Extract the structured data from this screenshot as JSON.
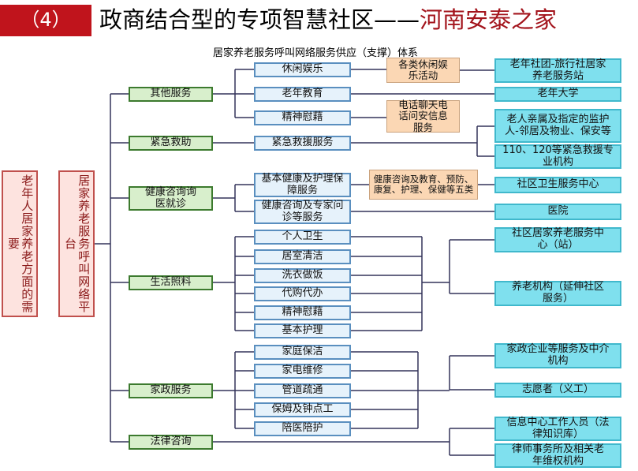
{
  "header": {
    "number": "（4）",
    "title_main": "政商结合型的专项智慧社区——",
    "title_highlight": "河南安泰之家"
  },
  "subtitle": "居家养老服务呼叫网络服务供应（支撑）体系",
  "root": {
    "need": "老年人居家养老方面的需要",
    "platform": "居家养老服务呼叫网络平台"
  },
  "categories": [
    "其他服务",
    "紧急救助",
    "健康咨询询医就诊",
    "生活照料",
    "家政服务",
    "法律咨询"
  ],
  "services": [
    "休闲娱乐",
    "老年教育",
    "精神慰藉",
    "紧急救援服务",
    "基本健康及护理保障服务",
    "健康咨询及专家问诊等服务",
    "个人卫生",
    "居室清洁",
    "洗衣做饭",
    "代购代办",
    "精神慰藉",
    "基本护理",
    "家庭保洁",
    "家电维修",
    "管道疏通",
    "保姆及钟点工",
    "陪医陪护"
  ],
  "details": [
    "各类休闲娱乐活动",
    "电话聊天电话问安信息服务",
    "健康咨询及教育、预防、康复、护理、保健等五类"
  ],
  "providers": [
    "老年社团-旅行社居家养老服务站",
    "老年大学",
    "老人亲属及指定的监护人-邻居及物业、保安等",
    "110、120等紧急救援专业机构",
    "社区卫生服务中心",
    "医院",
    "社区居家养老服务中心（站）",
    "养老机构（延伸社区服务）",
    "家政企业等服务及中介机构",
    "志愿者（义工）",
    "信息中心工作人员（法律知识库）",
    "律师事务所及相关老年维权机构"
  ]
}
